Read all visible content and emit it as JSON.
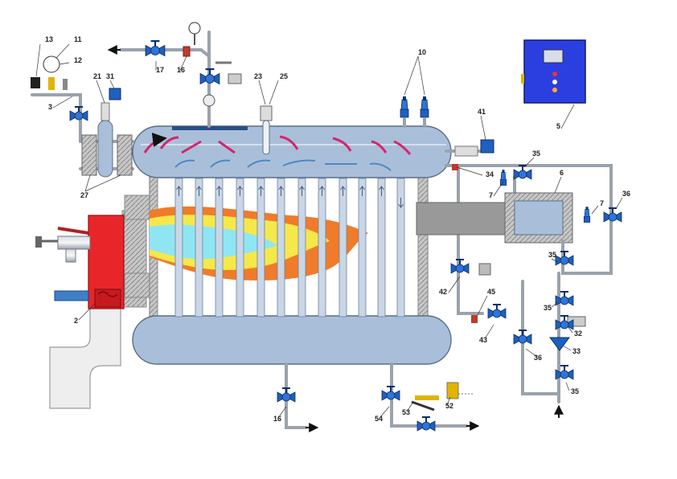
{
  "callouts": {
    "c13": "13",
    "c11": "11",
    "c12": "12",
    "c21": "21",
    "c31": "31",
    "c3": "3",
    "c27": "27",
    "c17": "17",
    "c16a": "16",
    "c23": "23",
    "c25": "25",
    "c10": "10",
    "c41": "41",
    "c5": "5",
    "c35a": "35",
    "c34": "34",
    "c6": "6",
    "c7a": "7",
    "c7b": "7",
    "c36a": "36",
    "c35b": "35",
    "c42": "42",
    "c45": "45",
    "c43": "43",
    "c35c": "35",
    "c32": "32",
    "c33": "33",
    "c36b": "36",
    "c35d": "35",
    "c2": "2",
    "c16b": "16",
    "c54": "54",
    "c53": "53",
    "c52": "52"
  },
  "colors": {
    "vessel_fill": "#a9bfd9",
    "vessel_stroke": "#5a6f88",
    "burner": "#e8262a",
    "valve": "#1f5fbf",
    "control_cabinet": "#2b3fe0",
    "flame_orange": "#f07b2a",
    "flame_yellow": "#f6e84a",
    "flame_cyan": "#8fe6f2",
    "flow_arrow": "#d6246e",
    "insulation": "#b9b9b9"
  },
  "icons": [
    "valve-icon",
    "pressure-gauge-icon",
    "safety-valve-icon",
    "level-gauge-icon",
    "sensor-icon",
    "strainer-icon",
    "flow-arrow-icon"
  ]
}
